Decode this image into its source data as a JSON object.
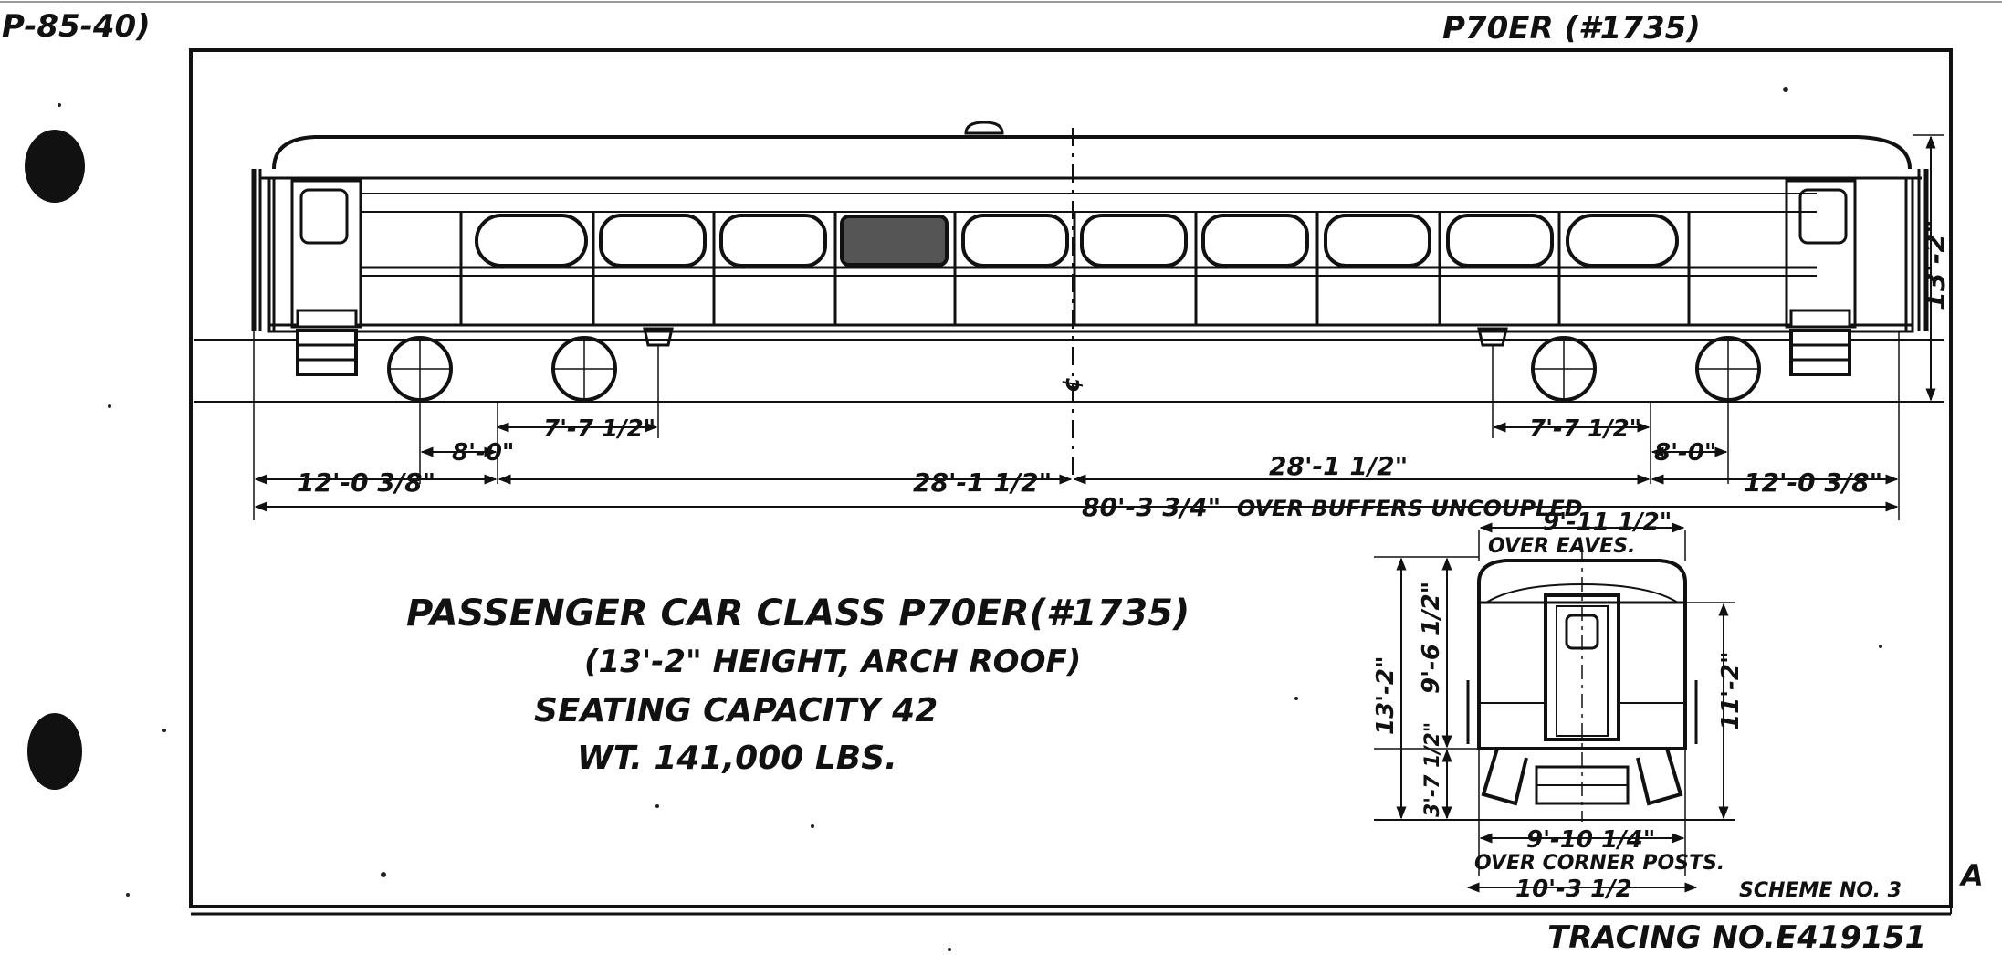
{
  "corner_ref": "P-85-40)",
  "drawing_id": "P70ER (#1735)",
  "title": {
    "line1": "PASSENGER CAR CLASS P70ER(#1735)",
    "line2": "(13'-2\" HEIGHT, ARCH ROOF)",
    "line3": "SEATING CAPACITY 42",
    "line4": "WT. 141,000 LBS."
  },
  "side_view": {
    "height": "13'-2\"",
    "centerline": "¢",
    "truck_wheelbase_left": "8'-0\"",
    "bolster_offset_left": "7'-7 1/2\"",
    "truck_wheelbase_right": "8'-0\"",
    "bolster_offset_right": "7'-7 1/2\"",
    "end_overhang_left": "12'-0 3/8\"",
    "center_to_truck_left": "28'-1 1/2\"",
    "center_to_truck_right": "28'-1 1/2\"",
    "end_overhang_right": "12'-0 3/8\"",
    "overall_length": "80'-3 3/4\"",
    "overall_note": "OVER BUFFERS UNCOUPLED"
  },
  "end_view": {
    "width_eaves": "9'-11 1/2\"",
    "width_eaves_note": "OVER EAVES.",
    "height_total": "13'-2\"",
    "height_upper": "9'-6 1/2\"",
    "height_lower": "3'-7 1/2\"",
    "height_right": "11'-2\"",
    "width_corner_posts": "9'-10 1/4\"",
    "width_corner_posts_note": "OVER CORNER POSTS.",
    "width_total": "10'-3 1/2"
  },
  "scheme": "SCHEME NO. 3",
  "revision": "A",
  "tracing": "TRACING NO.E419151"
}
